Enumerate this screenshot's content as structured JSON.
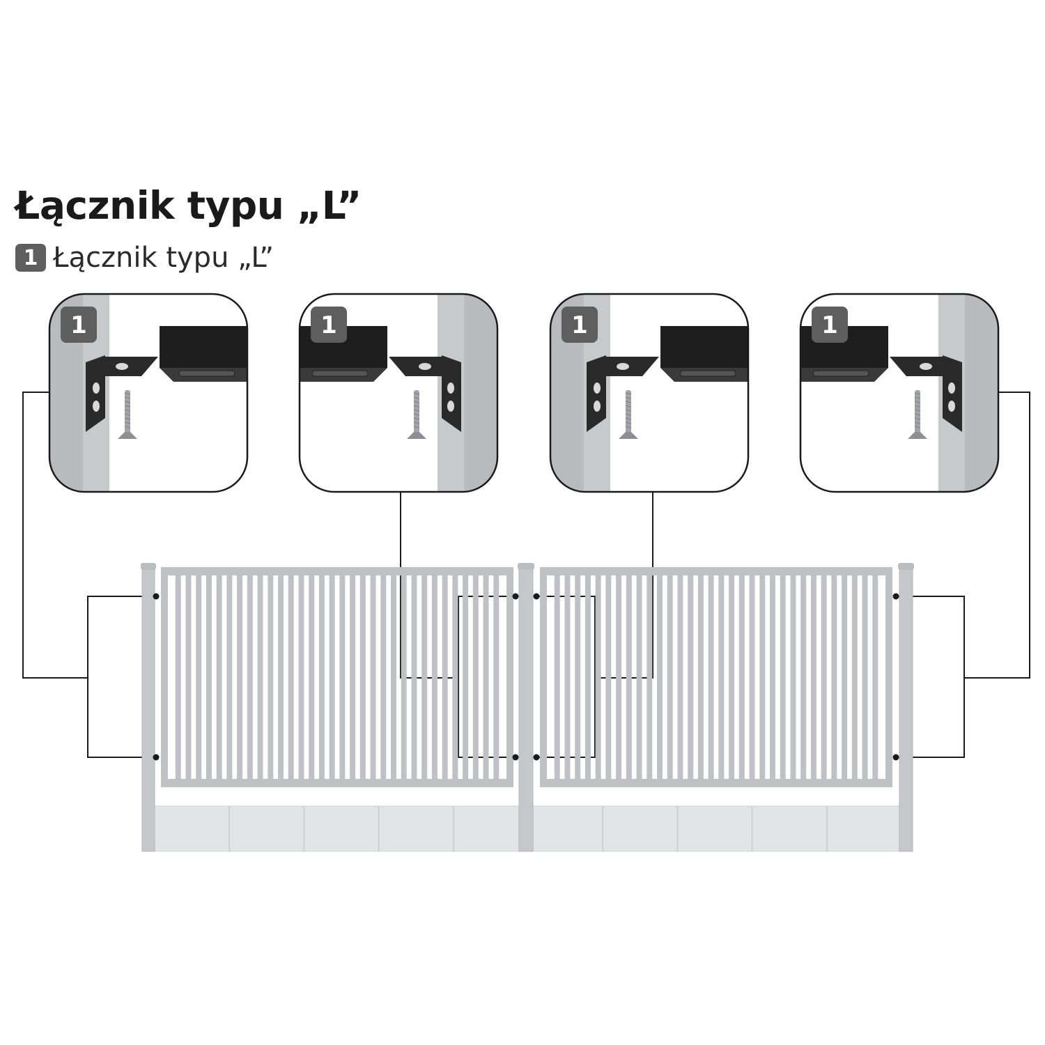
{
  "title": "Łącznik typu „L”",
  "legend": {
    "number": "1",
    "label": "Łącznik typu „L”"
  },
  "callouts": [
    {
      "number": "1"
    },
    {
      "number": "1"
    },
    {
      "number": "1"
    },
    {
      "number": "1"
    }
  ],
  "colors": {
    "post": "#c8c9cb",
    "bracket": "#2a2a2a",
    "rail": "#1e1e1e",
    "badge": "#5e5e5e",
    "fence": "#c0c1c4",
    "leader": "#1a1a1a"
  }
}
